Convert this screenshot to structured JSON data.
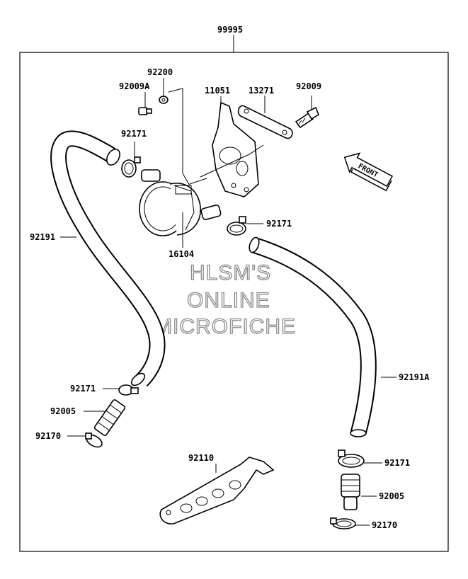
{
  "diagram": {
    "assembly_label": "99995",
    "watermark": {
      "line1": "HLSM'S",
      "line2": "ONLINE",
      "line3": "MICROFICHE"
    },
    "front_label": "FRONT",
    "callouts": {
      "c92200": "92200",
      "c92009A": "92009A",
      "c11051": "11051",
      "c13271": "13271",
      "c92009": "92009",
      "c92171_top": "92171",
      "c92191": "92191",
      "c92171_mid": "92171",
      "c16104": "16104",
      "c92191A": "92191A",
      "c92171_left": "92171",
      "c92005_left": "92005",
      "c92170_left": "92170",
      "c92110": "92110",
      "c92171_right": "92171",
      "c92005_right": "92005",
      "c92170_right": "92170"
    }
  }
}
